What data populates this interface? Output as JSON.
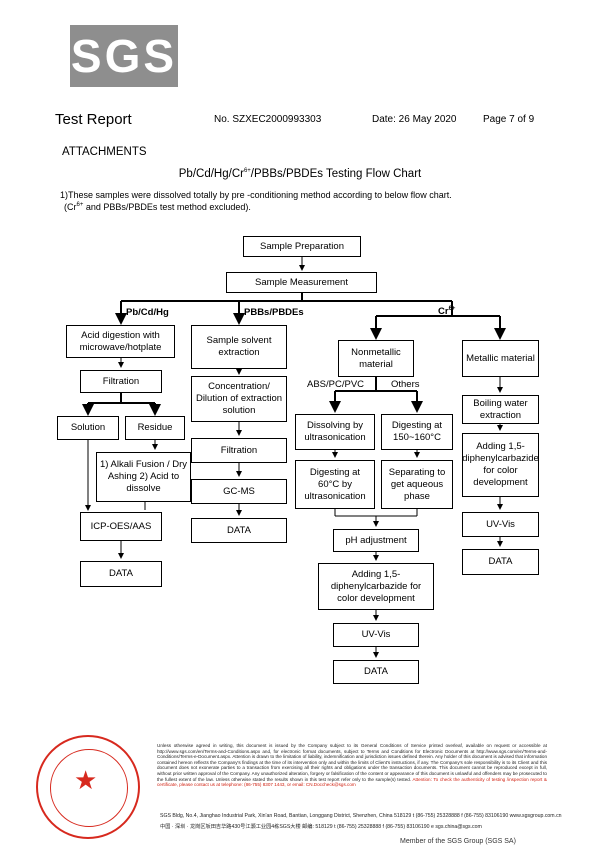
{
  "logo": {
    "text": "SGS"
  },
  "header": {
    "title": "Test Report",
    "report_no": "No. SZXEC2000993303",
    "date": "Date: 26 May 2020",
    "page": "Page 7 of 9"
  },
  "attachments": "ATTACHMENTS",
  "chart_title_a": "Pb/Cd/Hg/Cr",
  "chart_title_sup": "6+",
  "chart_title_b": "/PBBs/PBDEs Testing Flow Chart",
  "note": {
    "line1": "1)These samples were dissolved totally by pre -conditioning method according to below flow chart.",
    "line2a": "(Cr",
    "line2sup": "6+",
    "line2b": " and PBBs/PBDEs test method excluded)."
  },
  "flow": {
    "sample_prep": "Sample Preparation",
    "sample_meas": "Sample Measurement",
    "branch1": "Pb/Cd/Hg",
    "branch2": "PBBs/PBDEs",
    "branch3": "Cr",
    "branch3_sup": "6+",
    "acid_digestion": "Acid digestion with microwave/hotplate",
    "filtration1": "Filtration",
    "solution": "Solution",
    "residue": "Residue",
    "alkali": "1) Alkali Fusion / Dry Ashing 2) Acid to dissolve",
    "icp": "ICP-OES/AAS",
    "data1": "DATA",
    "solvent_extraction": "Sample solvent extraction",
    "concentration": "Concentration/ Dilution of extraction solution",
    "filtration2": "Filtration",
    "gcms": "GC-MS",
    "data2": "DATA",
    "nonmetallic": "Nonmetallic material",
    "abs": "ABS/PC/PVC",
    "others": "Others",
    "dissolving": "Dissolving by ultrasonication",
    "digesting150": "Digesting at 150~160°C",
    "digesting60": "Digesting at 60°C by ultrasonication",
    "separating": "Separating to get aqueous phase",
    "ph": "pH adjustment",
    "adding1": "Adding 1,5-diphenylcarbazide for color development",
    "uvvis1": "UV-Vis",
    "data3": "DATA",
    "metallic": "Metallic material",
    "boiling": "Boiling water extraction",
    "adding2": "Adding 1,5-diphenylcarbazide for color development",
    "uvvis2": "UV-Vis",
    "data4": "DATA"
  },
  "footer": {
    "disclaimer": "Unless otherwise agreed in writing, this document is issued by the Company subject to its General Conditions of Service printed overleaf, available on request or accessible at http://www.sgs.com/en/Terms-and-Conditions.aspx and, for electronic format documents, subject to Terms and Conditions for Electronic Documents at http://www.sgs.com/en/Terms-and-Conditions/Terms-e-Document.aspx. Attention is drawn to the limitation of liability, indemnification and jurisdiction issues defined therein. Any holder of this document is advised that information contained hereon reflects the Company's findings at the time of its intervention only and within the limits of Client's instructions, if any. The Company's sole responsibility is to its Client and this document does not exonerate parties to a transaction from exercising all their rights and obligations under the transaction documents. This document cannot be reproduced except in full, without prior written approval of the Company. Any unauthorized alteration, forgery or falsification of the content or appearance of this document is unlawful and offenders may be prosecuted to the fullest extent of the law. Unless otherwise stated the results shown in this test report refer only to the sample(s) tested.",
    "warning": "Attention: To check the authenticity of testing /inspection report & certificate, please contact us at telephone: (86-755) 8307 1443, or email: CN.Doccheck@sgs.com",
    "addr1": "SGS Bldg, No.4, Jianghao Industrial Park, Xin'an Road, Bantian, Longgang District, Shenzhen, China  518129   t (86-755) 25328888   f (86-755) 83106190   www.sgsgroup.com.cn",
    "addr2": "中国 · 深圳 · 龙岗区坂田吉华路430号江灏工业园4栋SGS大楼  邮编: 518129   t (86-755) 25328888   f (86-755) 83106190   e sgs.china@sgs.com",
    "member": "Member of the SGS Group (SGS SA)"
  },
  "colors": {
    "logo_gray": "#8e8e8e",
    "seal_red": "#d7291e"
  }
}
